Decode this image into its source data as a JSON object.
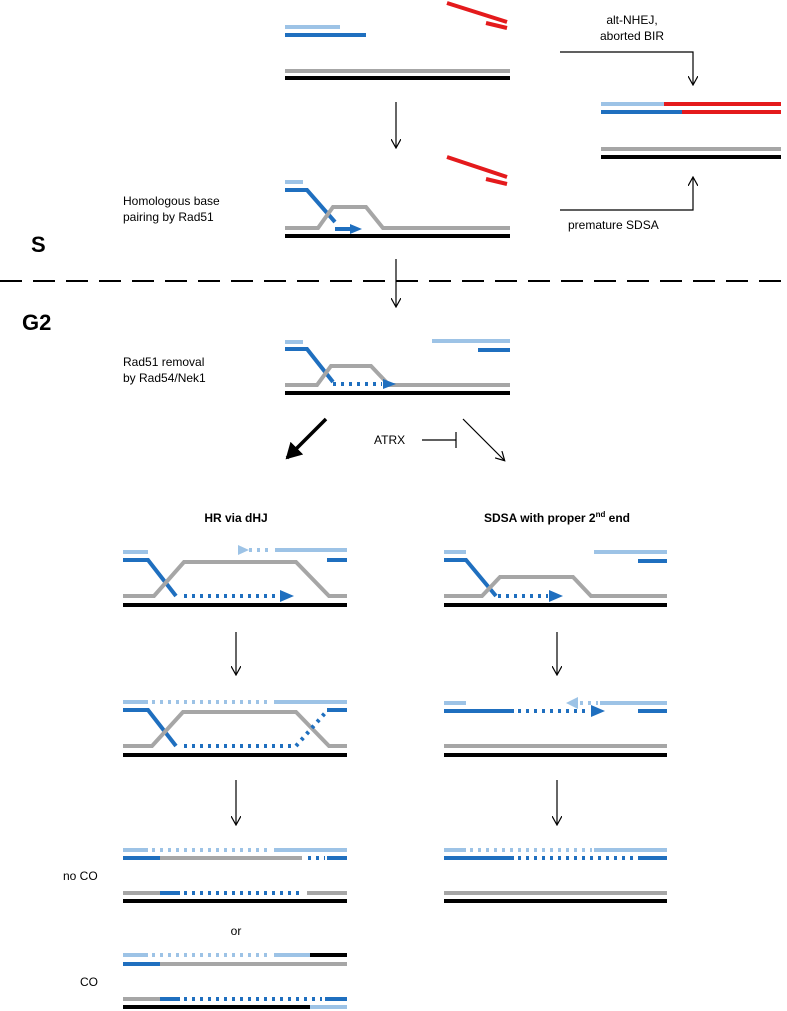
{
  "phases": {
    "s": "S",
    "g2": "G2"
  },
  "labels": {
    "alt_nhej_line1": "alt-NHEJ,",
    "alt_nhej_line2": "aborted BIR",
    "premature_sdsa": "premature SDSA",
    "homologous_line1": "Homologous base",
    "homologous_line2": "pairing by Rad51",
    "rad51_removal_line1": "Rad51 removal",
    "rad51_removal_line2": "by Rad54/Nek1",
    "atrx": "ATRX",
    "no_co": "no CO",
    "or": "or",
    "co": "CO"
  },
  "titles": {
    "hr_dhj": "HR via dHJ",
    "sdsa_pre": "SDSA with proper 2",
    "sdsa_sup": "nd",
    "sdsa_post": " end"
  },
  "colors": {
    "light_blue": "#9dc3e6",
    "dark_blue": "#1f6fbf",
    "red": "#e41a1c",
    "gray": "#a6a6a6",
    "black": "#000000"
  }
}
